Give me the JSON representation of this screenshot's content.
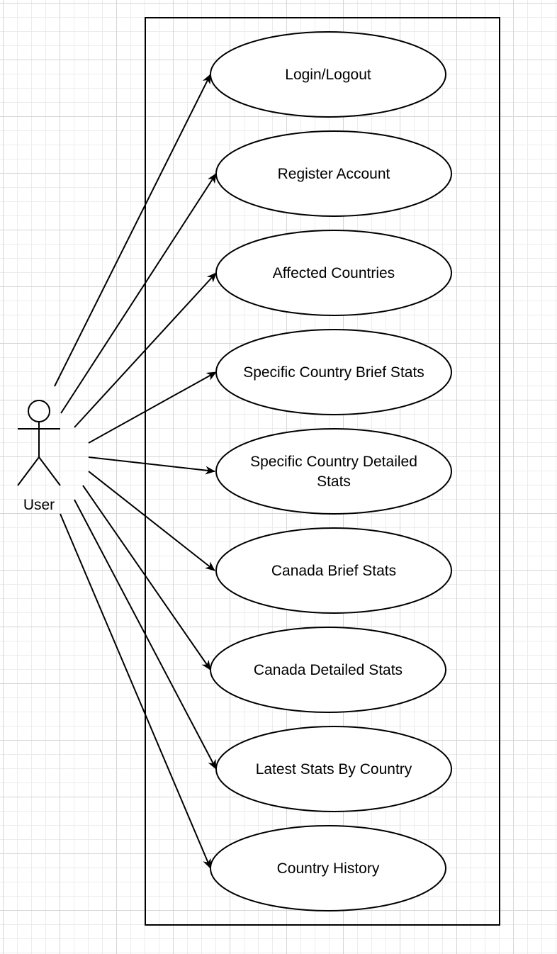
{
  "actor": {
    "label": "User"
  },
  "use_cases": [
    {
      "lines": [
        "Login/Logout"
      ]
    },
    {
      "lines": [
        "Register Account"
      ]
    },
    {
      "lines": [
        "Affected Countries"
      ]
    },
    {
      "lines": [
        "Specific Country Brief Stats"
      ]
    },
    {
      "lines": [
        "Specific Country Detailed",
        "Stats"
      ]
    },
    {
      "lines": [
        "Canada Brief Stats"
      ]
    },
    {
      "lines": [
        "Canada Detailed Stats"
      ]
    },
    {
      "lines": [
        "Latest Stats By Country"
      ]
    },
    {
      "lines": [
        "Country History"
      ]
    }
  ],
  "colors": {
    "line": "#000000",
    "fill": "#ffffff",
    "grid": "#d6d6d6"
  }
}
